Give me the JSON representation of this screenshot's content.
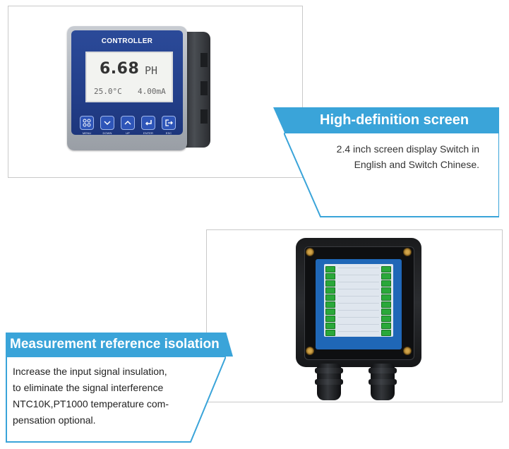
{
  "device": {
    "panel_title": "CONTROLLER",
    "lcd_main_value": "6.68",
    "lcd_main_unit": "PH",
    "lcd_temperature": "25.0°C",
    "lcd_current": "4.00mA",
    "keys": [
      {
        "label": "MENU",
        "icon": "menu-grid-icon"
      },
      {
        "label": "DOWN",
        "icon": "chevron-down-icon"
      },
      {
        "label": "UP",
        "icon": "chevron-up-icon"
      },
      {
        "label": "ENTER",
        "icon": "enter-return-icon"
      },
      {
        "label": "ESC",
        "icon": "exit-icon"
      }
    ]
  },
  "feature_screen": {
    "title": "High-definition screen",
    "description_line1": "2.4 inch screen display Switch in",
    "description_line2": "English and Switch Chinese."
  },
  "feature_isolation": {
    "title": "Measurement reference isolation",
    "line1": "Increase the input signal insulation,",
    "line2": "to eliminate the signal interference",
    "line3": "NTC10K,PT1000 temperature com-",
    "line4": "pensation optional."
  },
  "colors": {
    "accent": "#3aa4d9",
    "panel_blue": "#233f8a",
    "terminal_green": "#2aa83a"
  }
}
